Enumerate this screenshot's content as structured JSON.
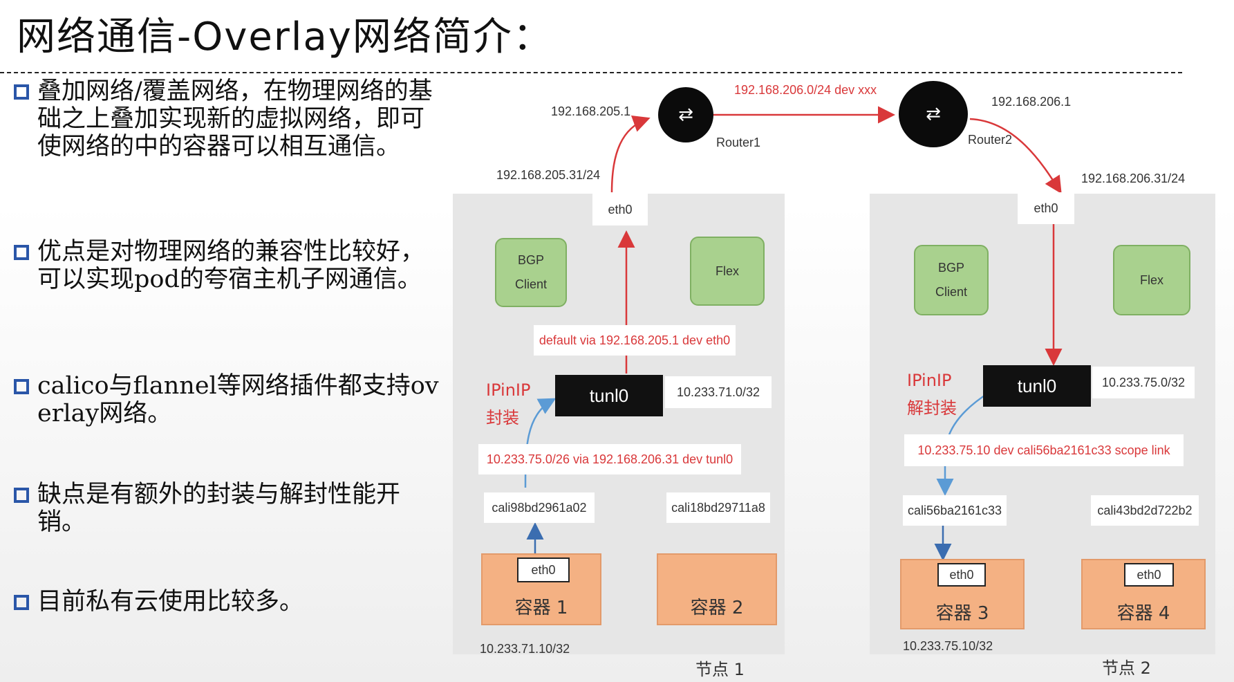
{
  "title": "网络通信-Overlay网络简介：",
  "bullets": [
    "叠加网络/覆盖网络，在物理网络的基础之上叠加实现新的虚拟网络，即可使网络的中的容器可以相互通信。",
    "优点是对物理网络的兼容性比较好，可以实现pod的夸宿主机子网通信。",
    "calico与flannel等网络插件都支持overlay网络。",
    "缺点是有额外的封装与解封性能开销。",
    "目前私有云使用比较多。"
  ],
  "diagram": {
    "routers": {
      "r1_label": "Router1",
      "r2_label": "Router2",
      "r1_ip": "192.168.205.1",
      "r2_ip": "192.168.206.1",
      "route": "192.168.206.0/24 dev xxx"
    },
    "node1": {
      "eth_ip": "192.168.205.31/24",
      "eth": "eth0",
      "bgp_line1": "BGP",
      "bgp_line2": "Client",
      "flex": "Flex",
      "default_route": "default via 192.168.205.1 dev eth0",
      "ipip_line1": "IPinIP",
      "ipip_line2": "封装",
      "tunl": "tunl0",
      "tunl_ip": "10.233.71.0/32",
      "route2": "10.233.75.0/26 via 192.168.206.31 dev tunl0",
      "cali1": "cali98bd2961a02",
      "cali2": "cali18bd29711a8",
      "c1_eth": "eth0",
      "c1_name": "容器 1",
      "c2_name": "容器 2",
      "c1_ip": "10.233.71.10/32",
      "label": "节点 1"
    },
    "node2": {
      "eth_ip": "192.168.206.31/24",
      "eth": "eth0",
      "bgp_line1": "BGP",
      "bgp_line2": "Client",
      "flex": "Flex",
      "ipip_line1": "IPinIP",
      "ipip_line2": "解封装",
      "tunl": "tunl0",
      "tunl_ip": "10.233.75.0/32",
      "route": "10.233.75.10 dev cali56ba2161c33 scope link",
      "cali1": "cali56ba2161c33",
      "cali2": "cali43bd2d722b2",
      "c3_eth": "eth0",
      "c4_eth": "eth0",
      "c3_name": "容器 3",
      "c4_name": "容器 4",
      "c3_ip": "10.233.75.10/32",
      "label": "节点 2"
    }
  },
  "colors": {
    "accent_red": "#d9383a",
    "bullet_blue": "#2a56a8",
    "green_box": "#a9d18e",
    "container": "#f4b183",
    "flow_blue": "#5b9bd5"
  }
}
